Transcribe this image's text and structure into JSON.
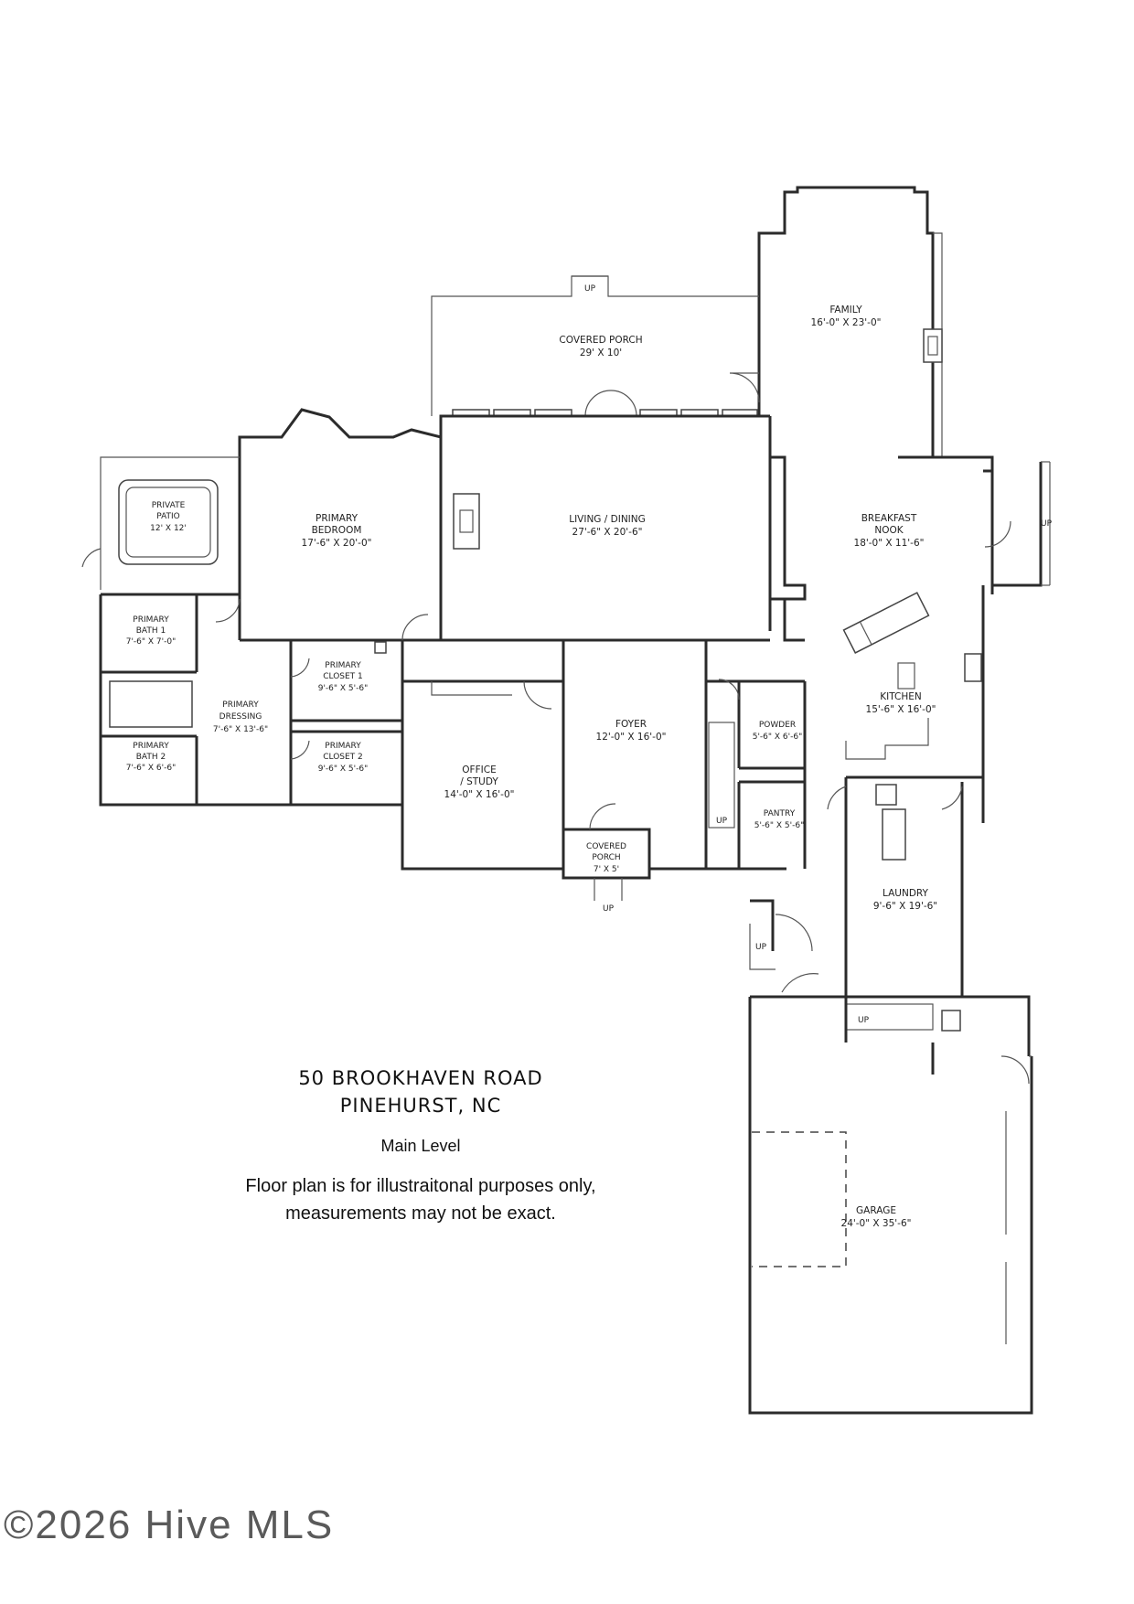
{
  "rooms": [
    {
      "id": "family",
      "name": "FAMILY",
      "dims": "16'-0\" X 23'-0\""
    },
    {
      "id": "covered-porch-rear",
      "name": "COVERED PORCH",
      "dims": "29' X 10'"
    },
    {
      "id": "primary-bedroom",
      "name": "PRIMARY\nBEDROOM",
      "dims": "17'-6\" X 20'-0\""
    },
    {
      "id": "living-dining",
      "name": "LIVING / DINING",
      "dims": "27'-6\" X 20'-6\""
    },
    {
      "id": "breakfast-nook",
      "name": "BREAKFAST\nNOOK",
      "dims": "18'-0\" X 11'-6\""
    },
    {
      "id": "private-patio",
      "name": "PRIVATE\nPATIO",
      "dims": "12' X 12'"
    },
    {
      "id": "primary-bath-1",
      "name": "PRIMARY\nBATH 1",
      "dims": "7'-6\" X 7'-0\""
    },
    {
      "id": "primary-closet-1",
      "name": "PRIMARY\nCLOSET 1",
      "dims": "9'-6\" X 5'-6\""
    },
    {
      "id": "primary-dressing",
      "name": "PRIMARY\nDRESSING",
      "dims": "7'-6\" X 13'-6\""
    },
    {
      "id": "primary-closet-2",
      "name": "PRIMARY\nCLOSET 2",
      "dims": "9'-6\" X 5'-6\""
    },
    {
      "id": "primary-bath-2",
      "name": "PRIMARY\nBATH 2",
      "dims": "7'-6\" X 6'-6\""
    },
    {
      "id": "foyer",
      "name": "FOYER",
      "dims": "12'-0\" X 16'-0\""
    },
    {
      "id": "office-study",
      "name": "OFFICE\n/ STUDY",
      "dims": "14'-0\" X 16'-0\""
    },
    {
      "id": "powder",
      "name": "POWDER",
      "dims": "5'-6\" X 6'-6\""
    },
    {
      "id": "kitchen",
      "name": "KITCHEN",
      "dims": "15'-6\" X 16'-0\""
    },
    {
      "id": "pantry",
      "name": "PANTRY",
      "dims": "5'-6\" X 5'-6\""
    },
    {
      "id": "covered-porch-front",
      "name": "COVERED\nPORCH",
      "dims": "7' X 5'"
    },
    {
      "id": "laundry",
      "name": "LAUNDRY",
      "dims": "9'-6\" X 19'-6\""
    },
    {
      "id": "garage",
      "name": "GARAGE",
      "dims": "24'-0\" X 35'-6\""
    }
  ],
  "stair_label": "UP",
  "caption": {
    "address_line1": "50 BROOKHAVEN ROAD",
    "address_line2": "PINEHURST, NC",
    "level": "Main Level",
    "disclaimer_line1": "Floor plan is for illustraitonal purposes only,",
    "disclaimer_line2": "measurements may not be exact."
  },
  "watermark": "©2026 Hive MLS"
}
